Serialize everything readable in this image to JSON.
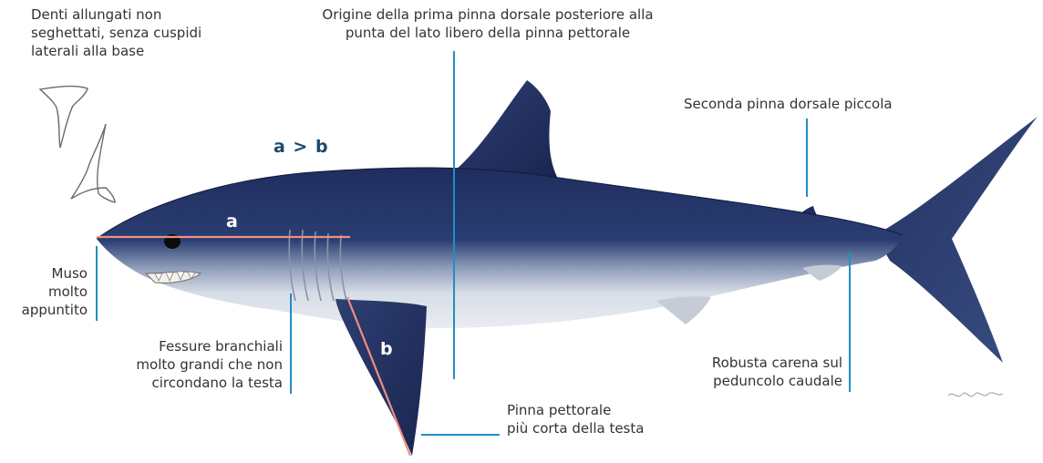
{
  "colors": {
    "leader": "#1f8fc1",
    "measure": "#f08e80",
    "formula": "#1a4a6e",
    "shark_back": "#1f2e5e",
    "shark_belly": "#d7dde6"
  },
  "illustration": {
    "name": "shark-illustration"
  },
  "formula": "a > b",
  "measure_a": "a",
  "measure_b": "b",
  "labels": {
    "teeth": [
      "Denti allungati non",
      "seghettati, senza cuspidi",
      "laterali alla base"
    ],
    "fin_origin": [
      "Origine della prima pinna dorsale posteriore alla",
      "punta del lato libero della pinna pettorale"
    ],
    "second_dorsal": "Seconda pinna dorsale piccola",
    "snout": [
      "Muso",
      "molto",
      "appuntito"
    ],
    "gills": [
      "Fessure branchiali",
      "molto grandi che non",
      "circondano la testa"
    ],
    "keel": [
      "Robusta carena sul",
      "peduncolo caudale"
    ],
    "pectoral": [
      "Pinna pettorale",
      "più corta della testa"
    ]
  }
}
